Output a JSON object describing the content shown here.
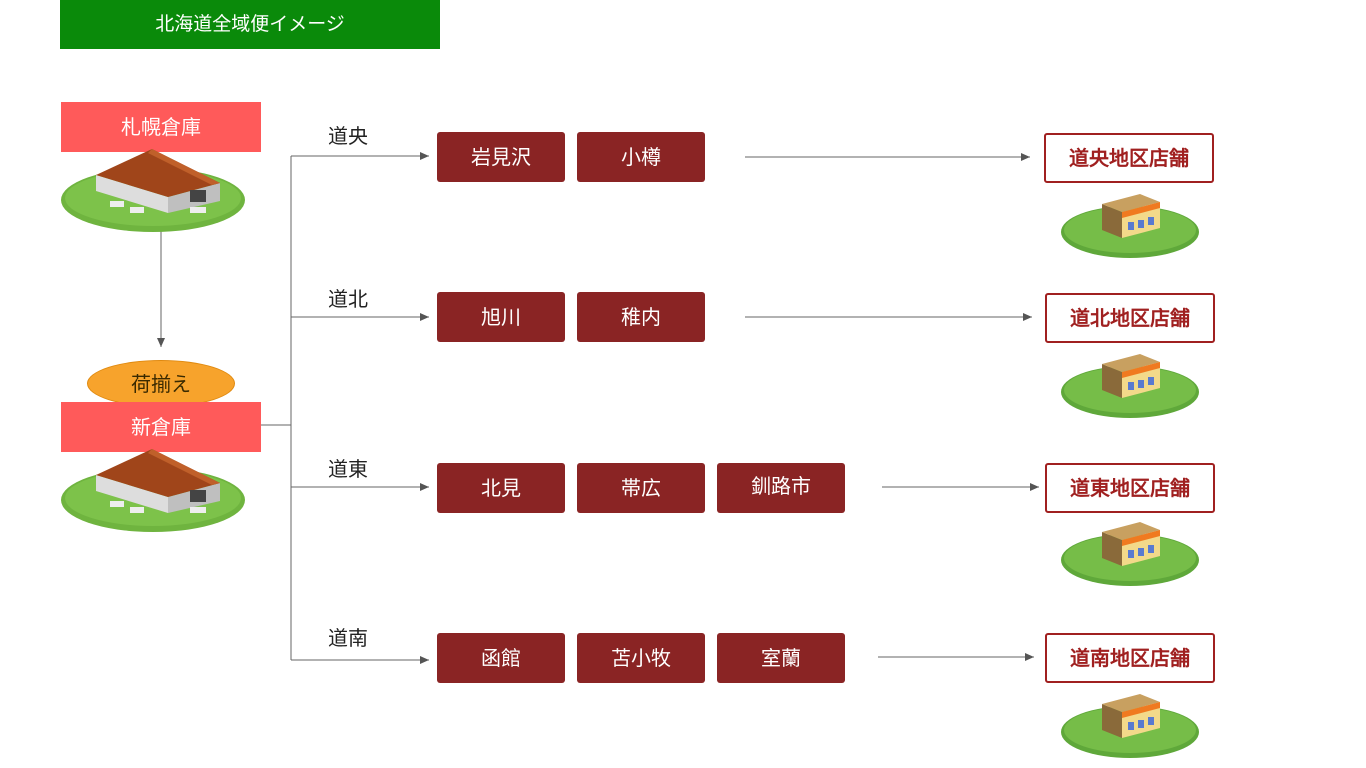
{
  "title": "北海道全域便イメージ",
  "warehouses": {
    "sapporo": "札幌倉庫",
    "sorting": "荷揃え",
    "new": "新倉庫"
  },
  "regions": [
    {
      "label": "道央",
      "cities": [
        "岩見沢",
        "小樽"
      ],
      "store": "道央地区店舗"
    },
    {
      "label": "道北",
      "cities": [
        "旭川",
        "稚内"
      ],
      "store": "道北地区店舗"
    },
    {
      "label": "道東",
      "cities": [
        "北見",
        "帯広",
        "釧路市"
      ],
      "store": "道東地区店舗"
    },
    {
      "label": "道南",
      "cities": [
        "函館",
        "苫小牧",
        "室蘭"
      ],
      "store": "道南地区店舗"
    }
  ],
  "colors": {
    "title_bg": "#0a8a0a",
    "warehouse_label": "#ff5a5a",
    "city_box": "#8a2424",
    "store_border": "#a02020",
    "sorting_ellipse": "#f7a32c"
  },
  "icons": [
    "warehouse-icon",
    "store-icon"
  ]
}
